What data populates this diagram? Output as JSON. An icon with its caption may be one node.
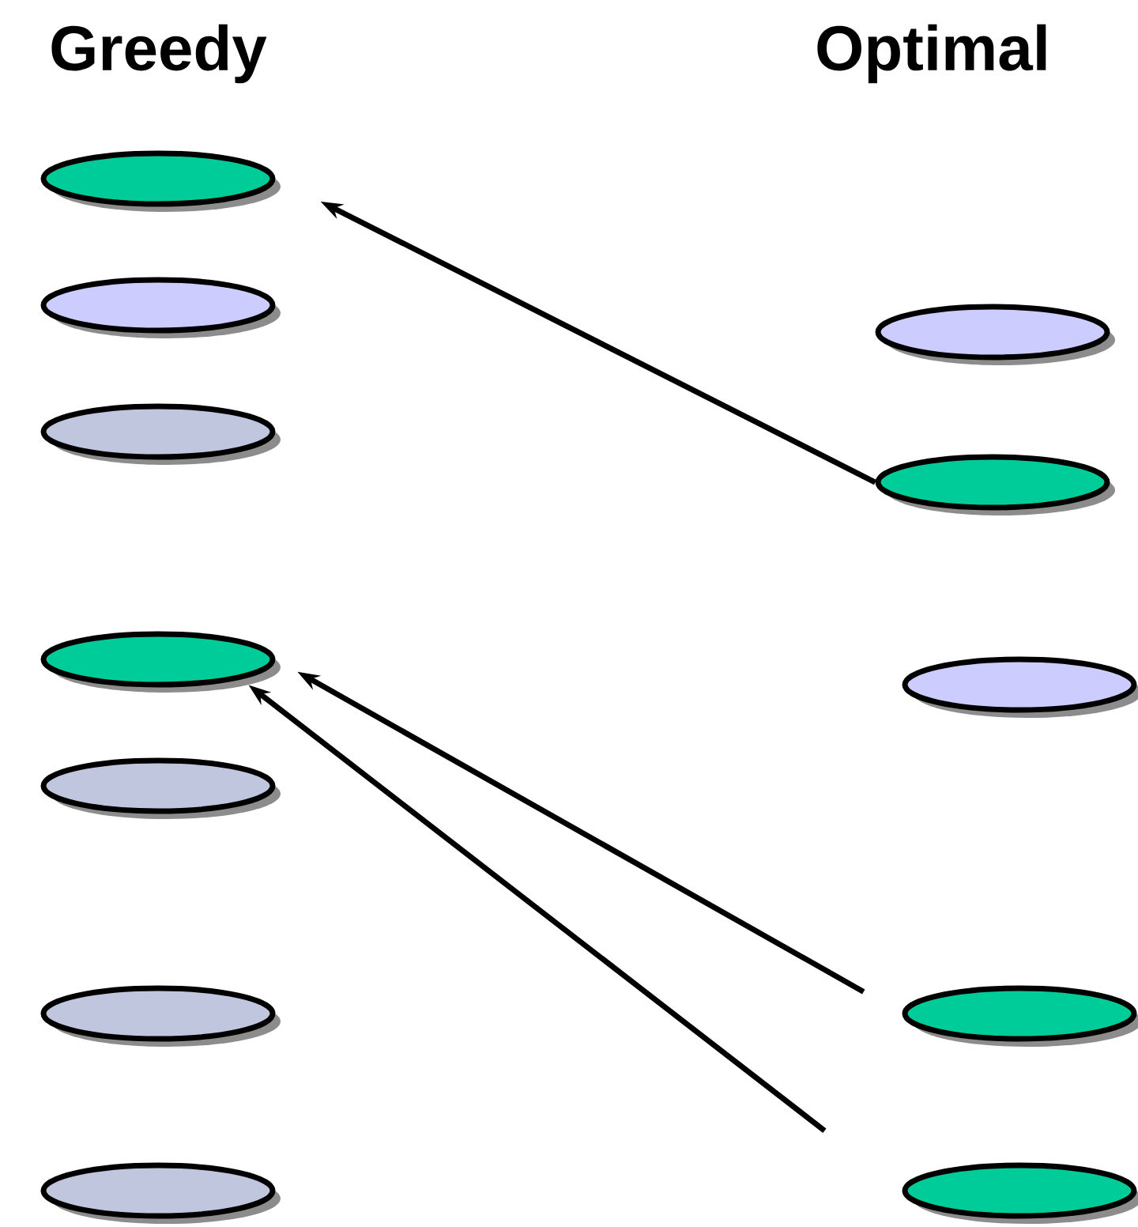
{
  "diagram": {
    "nodes": [
      {
        "text": [],
        "shape": "ellipse"
      },
      {
        "text": [],
        "shape": "ellipse"
      },
      {
        "text": [],
        "shape": "ellipse"
      },
      {
        "text": [],
        "shape": "ellipse"
      },
      {
        "text": [],
        "shape": "ellipse"
      },
      {
        "text": [],
        "shape": "ellipse"
      },
      {
        "text": [],
        "shape": "ellipse"
      },
      {
        "text": [],
        "shape": "ellipse"
      },
      {
        "text": [],
        "shape": "ellipse"
      },
      {
        "text": [],
        "shape": "ellipse"
      },
      {
        "text": [],
        "shape": "ellipse"
      },
      {
        "text": [],
        "shape": "ellipse"
      }
    ],
    "edges": [
      {
        "from": 8,
        "to": 0,
        "arrow": "to"
      },
      {
        "from": 10,
        "to": 3,
        "arrow": "to"
      },
      {
        "from": 11,
        "to": 3,
        "arrow": "to"
      }
    ],
    "labels": [
      "Greedy",
      "Optimal"
    ]
  }
}
